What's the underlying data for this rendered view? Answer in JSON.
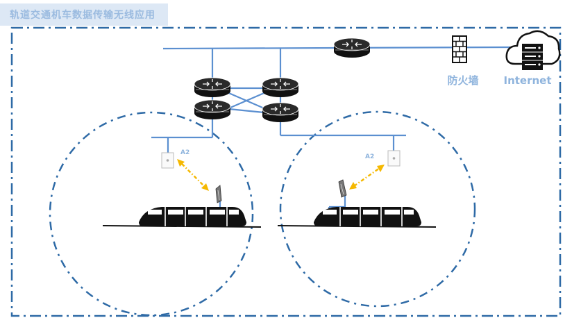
{
  "title": "轨道交通机车数据传输无线应用",
  "firewall_label": "防火墙",
  "internet_label": "Internet",
  "ap_label_left": "A2",
  "ap_label_right": "A2",
  "colors": {
    "link_blue": "#5b8fd0",
    "frame_blue": "#2e6aa6",
    "wireless_yellow": "#f5b800",
    "label_blue": "#8fb4dd",
    "device_black": "#111111"
  },
  "icons": [
    "router-icon",
    "firewall-icon",
    "cloud-server-icon",
    "access-point-icon",
    "train-antenna-icon",
    "train-icon"
  ]
}
